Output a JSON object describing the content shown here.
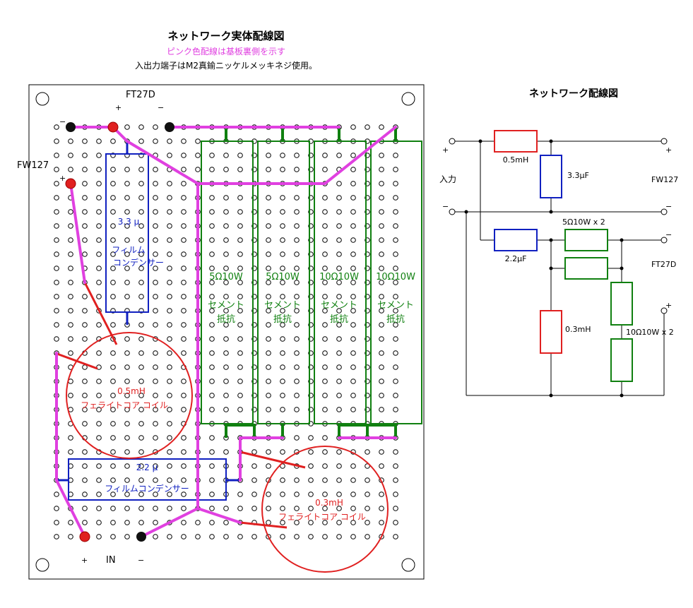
{
  "header": {
    "title": "ネットワーク実体配線図",
    "subtitle_pink": "ピンク色配線は基板裏側を示す",
    "subtitle_note": "入出力端子はM2真鍮ニッケルメッキネジ使用。"
  },
  "board": {
    "ft27d_label": "FT27D",
    "ft27d_plus": "+",
    "ft27d_minus": "−",
    "fw127_label": "FW127",
    "fw127_minus": "−",
    "fw127_plus": "+",
    "in_plus": "+",
    "in_label": "IN",
    "in_minus": "−",
    "cap33_value": "3.3 μ",
    "cap33_type_1": "フィルム",
    "cap33_type_2": "コンデンサー",
    "coil05_value": "0.5mH",
    "coil05_type": "フェライトコア コイル",
    "cap22_value": "2.2 μ",
    "cap22_type": "フィルムコンデンサー",
    "coil03_value": "0.3mH",
    "coil03_type": "フェライトコア コイル",
    "resistors": [
      {
        "value": "5Ω10W",
        "type_1": "セメント",
        "type_2": "抵抗"
      },
      {
        "value": "5Ω10W",
        "type_1": "セメント",
        "type_2": "抵抗"
      },
      {
        "value": "10Ω10W",
        "type_1": "セメント",
        "type_2": "抵抗"
      },
      {
        "value": "10Ω10W",
        "type_1": "セメント",
        "type_2": "抵抗"
      }
    ]
  },
  "schematic": {
    "title": "ネットワーク配線図",
    "input_label": "入力",
    "in_plus": "+",
    "in_minus": "−",
    "l1": "0.5mH",
    "c1": "3.3μF",
    "fw127": "FW127",
    "fw_plus": "+",
    "fw_minus": "−",
    "c2": "2.2μF",
    "r5": "5Ω10W x 2",
    "ft27d": "FT27D",
    "ft_minus": "−",
    "ft_plus": "+",
    "l2": "0.3mH",
    "r10": "10Ω10W x 2"
  },
  "colors": {
    "pink": "#e040e0",
    "red": "#e02020",
    "blue": "#1020c0",
    "green": "#108010"
  }
}
